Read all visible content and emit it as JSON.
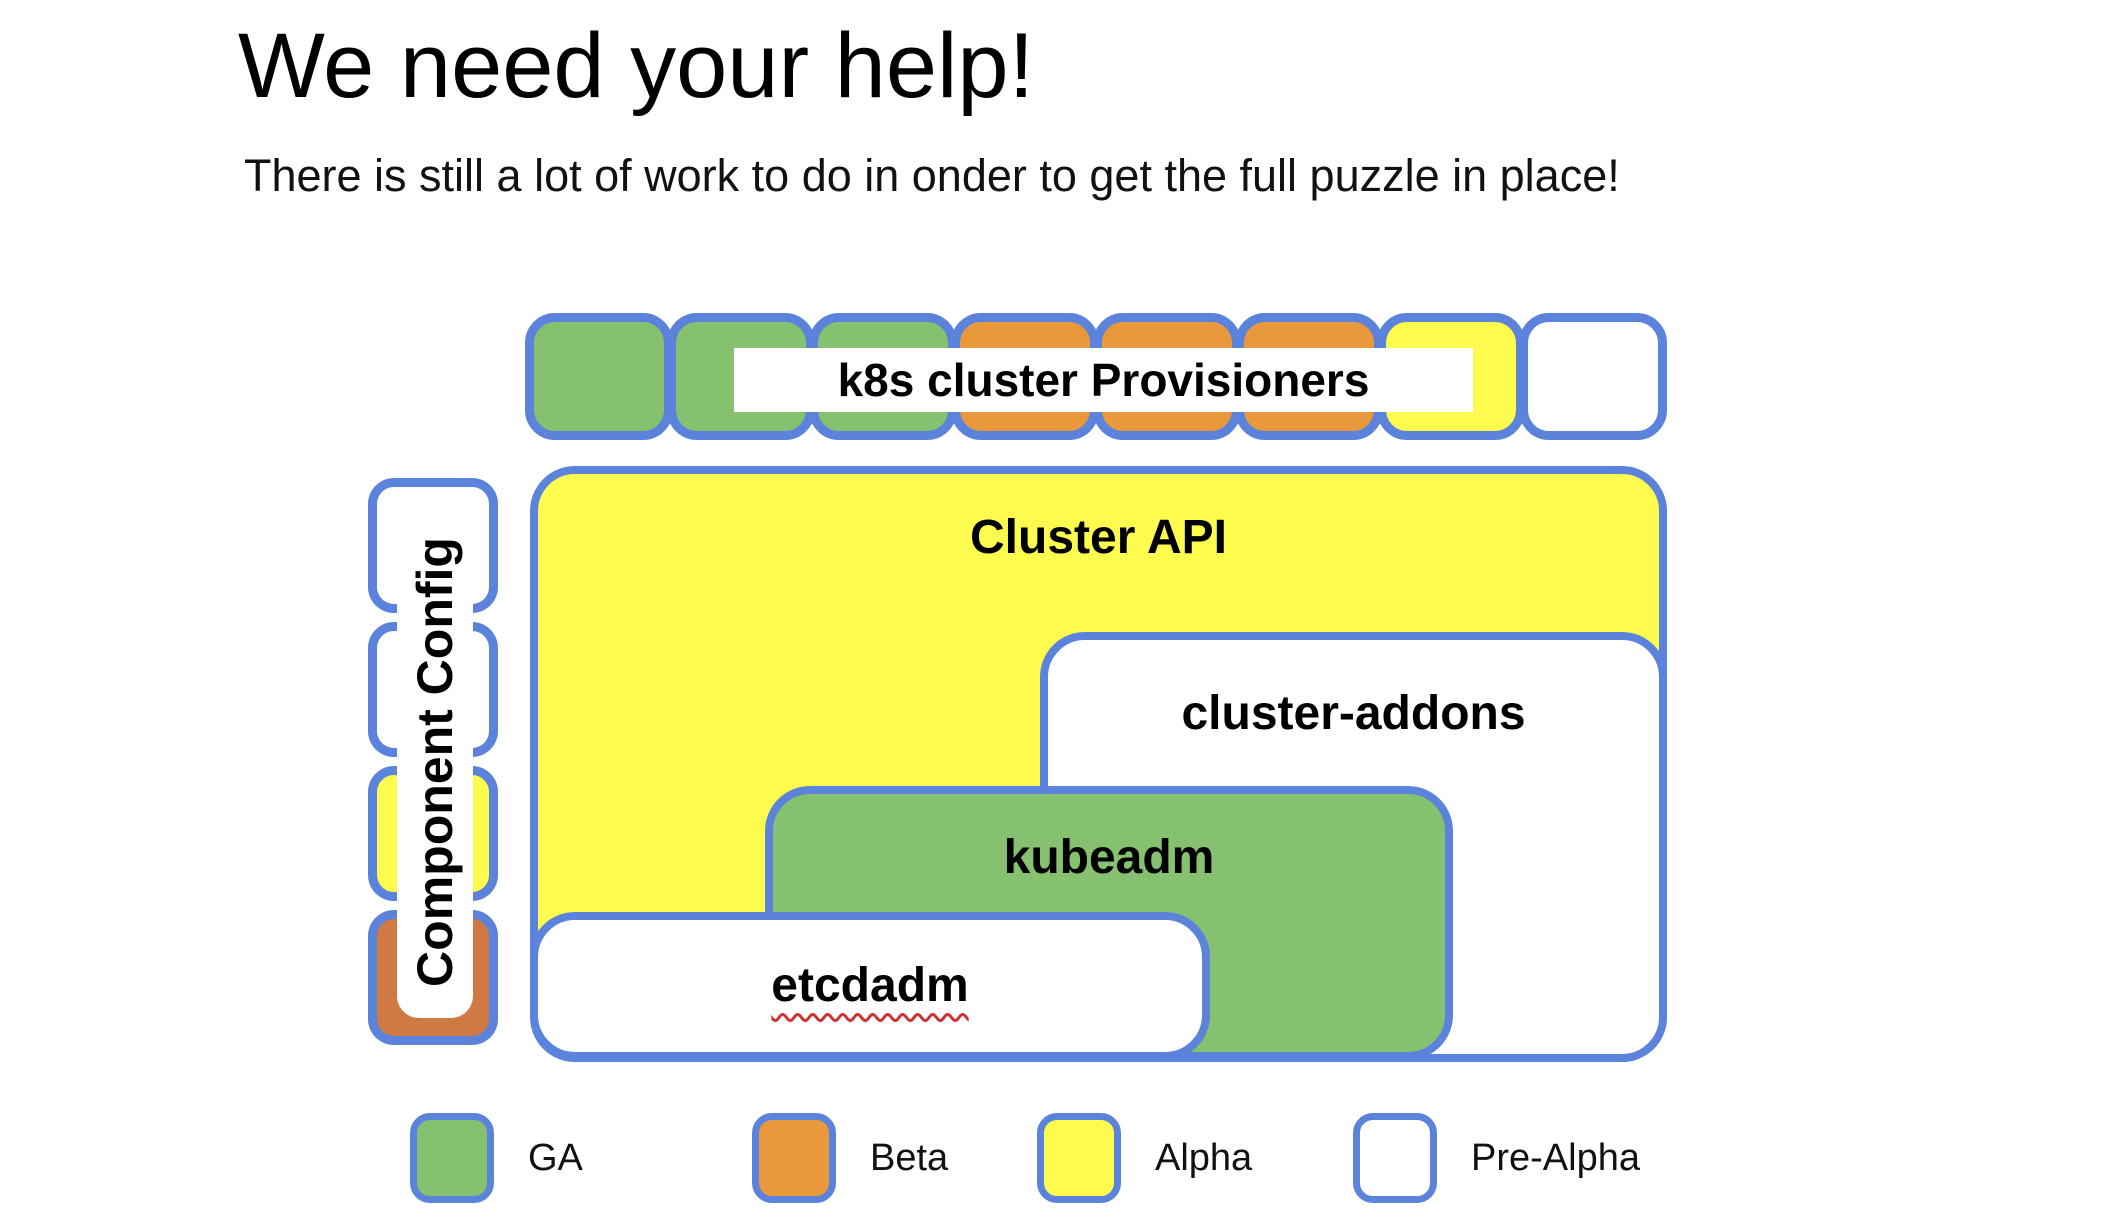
{
  "slide": {
    "title": "We need your help!",
    "subtitle": "There is still a lot of work to do in onder to get the full puzzle in place!"
  },
  "colors": {
    "border_blue": "#5C83DB",
    "ga_green": "#85C16E",
    "beta_orange": "#E9993B",
    "beta_orange_dark": "#CE7A42",
    "alpha_yellow": "#FDFB4E",
    "pre_alpha_white": "#FFFFFF",
    "squiggle_red": "#CC3333"
  },
  "puzzle": {
    "provisioners_label": "k8s cluster Provisioners",
    "provisioners_pieces": [
      {
        "status": "GA"
      },
      {
        "status": "GA"
      },
      {
        "status": "GA"
      },
      {
        "status": "Beta"
      },
      {
        "status": "Beta"
      },
      {
        "status": "Beta"
      },
      {
        "status": "Alpha"
      },
      {
        "status": "Pre-Alpha"
      }
    ],
    "component_config": {
      "label": "Component Config",
      "pieces": [
        {
          "status": "Pre-Alpha"
        },
        {
          "status": "Pre-Alpha"
        },
        {
          "status": "Alpha"
        },
        {
          "status": "Beta"
        }
      ]
    },
    "boxes": [
      {
        "id": "cluster-api",
        "label": "Cluster API",
        "status": "Alpha"
      },
      {
        "id": "cluster-addons",
        "label": "cluster-addons",
        "status": "Pre-Alpha"
      },
      {
        "id": "kubeadm",
        "label": "kubeadm",
        "status": "GA"
      },
      {
        "id": "etcdadm",
        "label": "etcdadm",
        "status": "Pre-Alpha",
        "spellcheck_underline": true
      }
    ]
  },
  "legend": [
    {
      "label": "GA",
      "color_key": "ga_green"
    },
    {
      "label": "Beta",
      "color_key": "beta_orange"
    },
    {
      "label": "Alpha",
      "color_key": "alpha_yellow"
    },
    {
      "label": "Pre-Alpha",
      "color_key": "pre_alpha_white"
    }
  ]
}
